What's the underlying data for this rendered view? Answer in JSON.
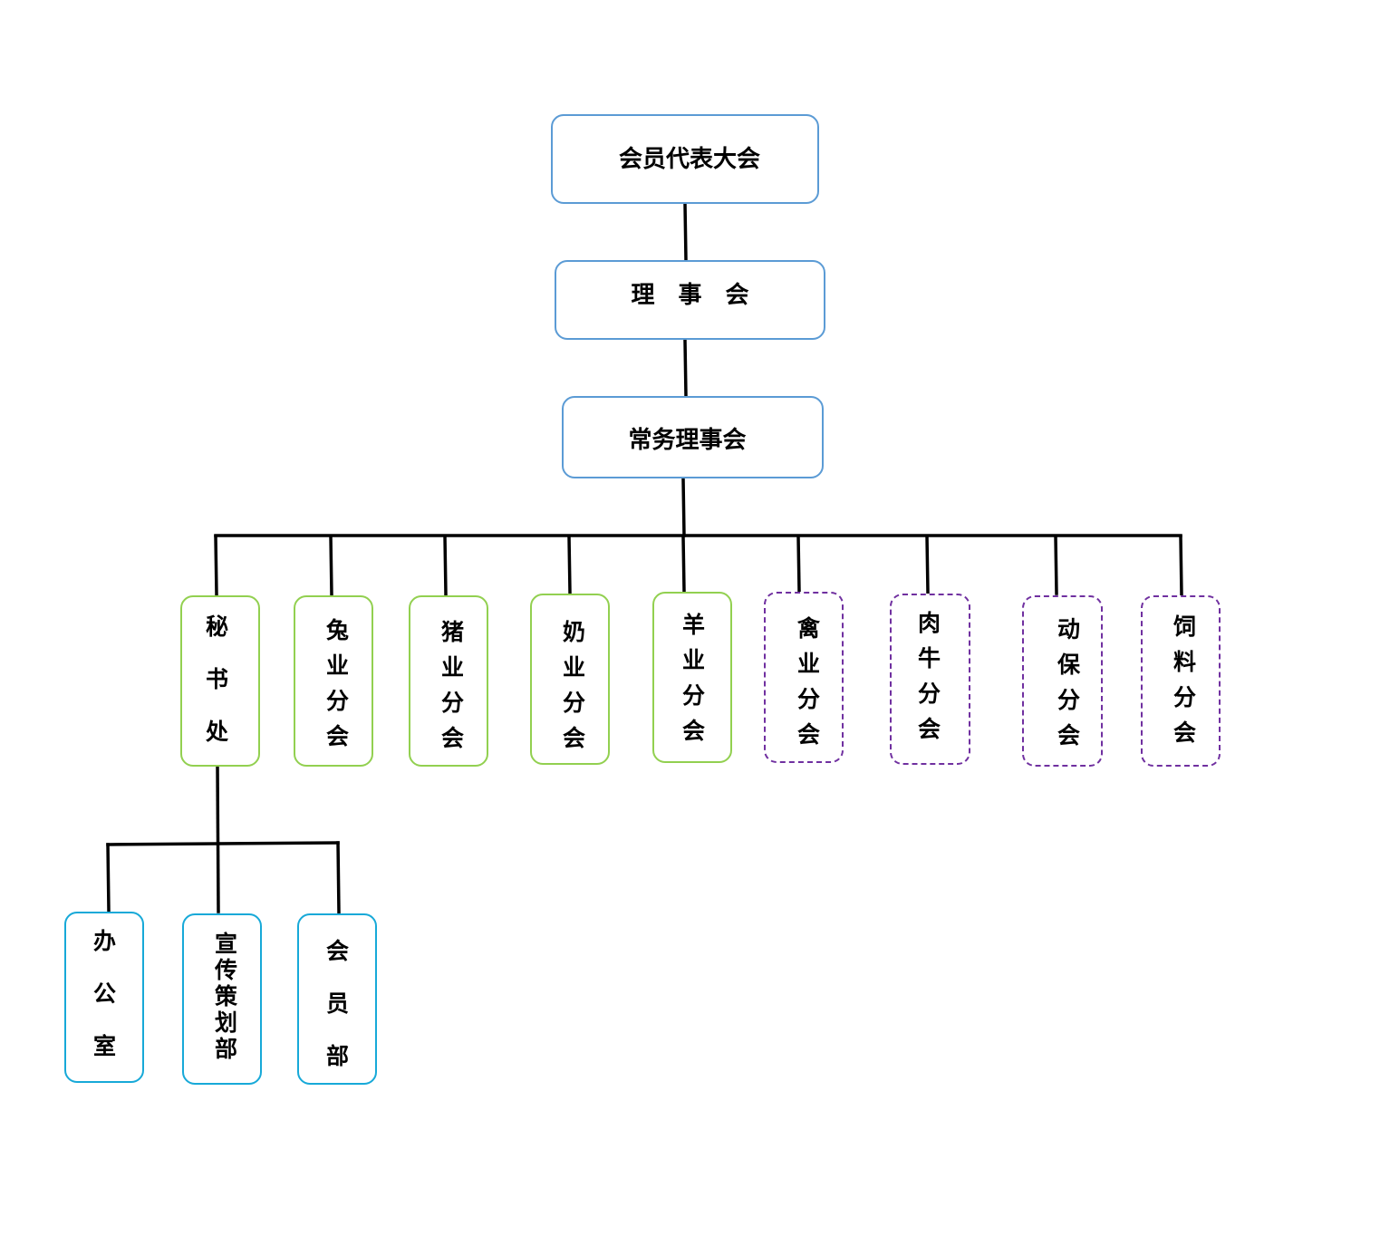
{
  "org_chart": {
    "top": {
      "label": "会员代表大会"
    },
    "council": {
      "label": "理　事　会"
    },
    "standing_council": {
      "label": "常务理事会"
    },
    "departments": [
      {
        "label": "秘书处"
      },
      {
        "label": "兔业分会"
      },
      {
        "label": "猪业分会"
      },
      {
        "label": "奶业分会"
      },
      {
        "label": "羊业分会"
      },
      {
        "label": "禽业分会"
      },
      {
        "label": "肉牛分会"
      },
      {
        "label": "动保分会"
      },
      {
        "label": "饲料分会"
      }
    ],
    "secretariat_offices": [
      {
        "label": "办公室"
      },
      {
        "label": "宣传策划部"
      },
      {
        "label": "会员部"
      }
    ]
  },
  "colors": {
    "governing_border": "#5b9bd5",
    "green_border": "#92d050",
    "purple_dashed_border": "#7030a0",
    "cyan_border": "#17a9d8",
    "connector": "#000000",
    "text": "#000000",
    "background": "#ffffff"
  }
}
